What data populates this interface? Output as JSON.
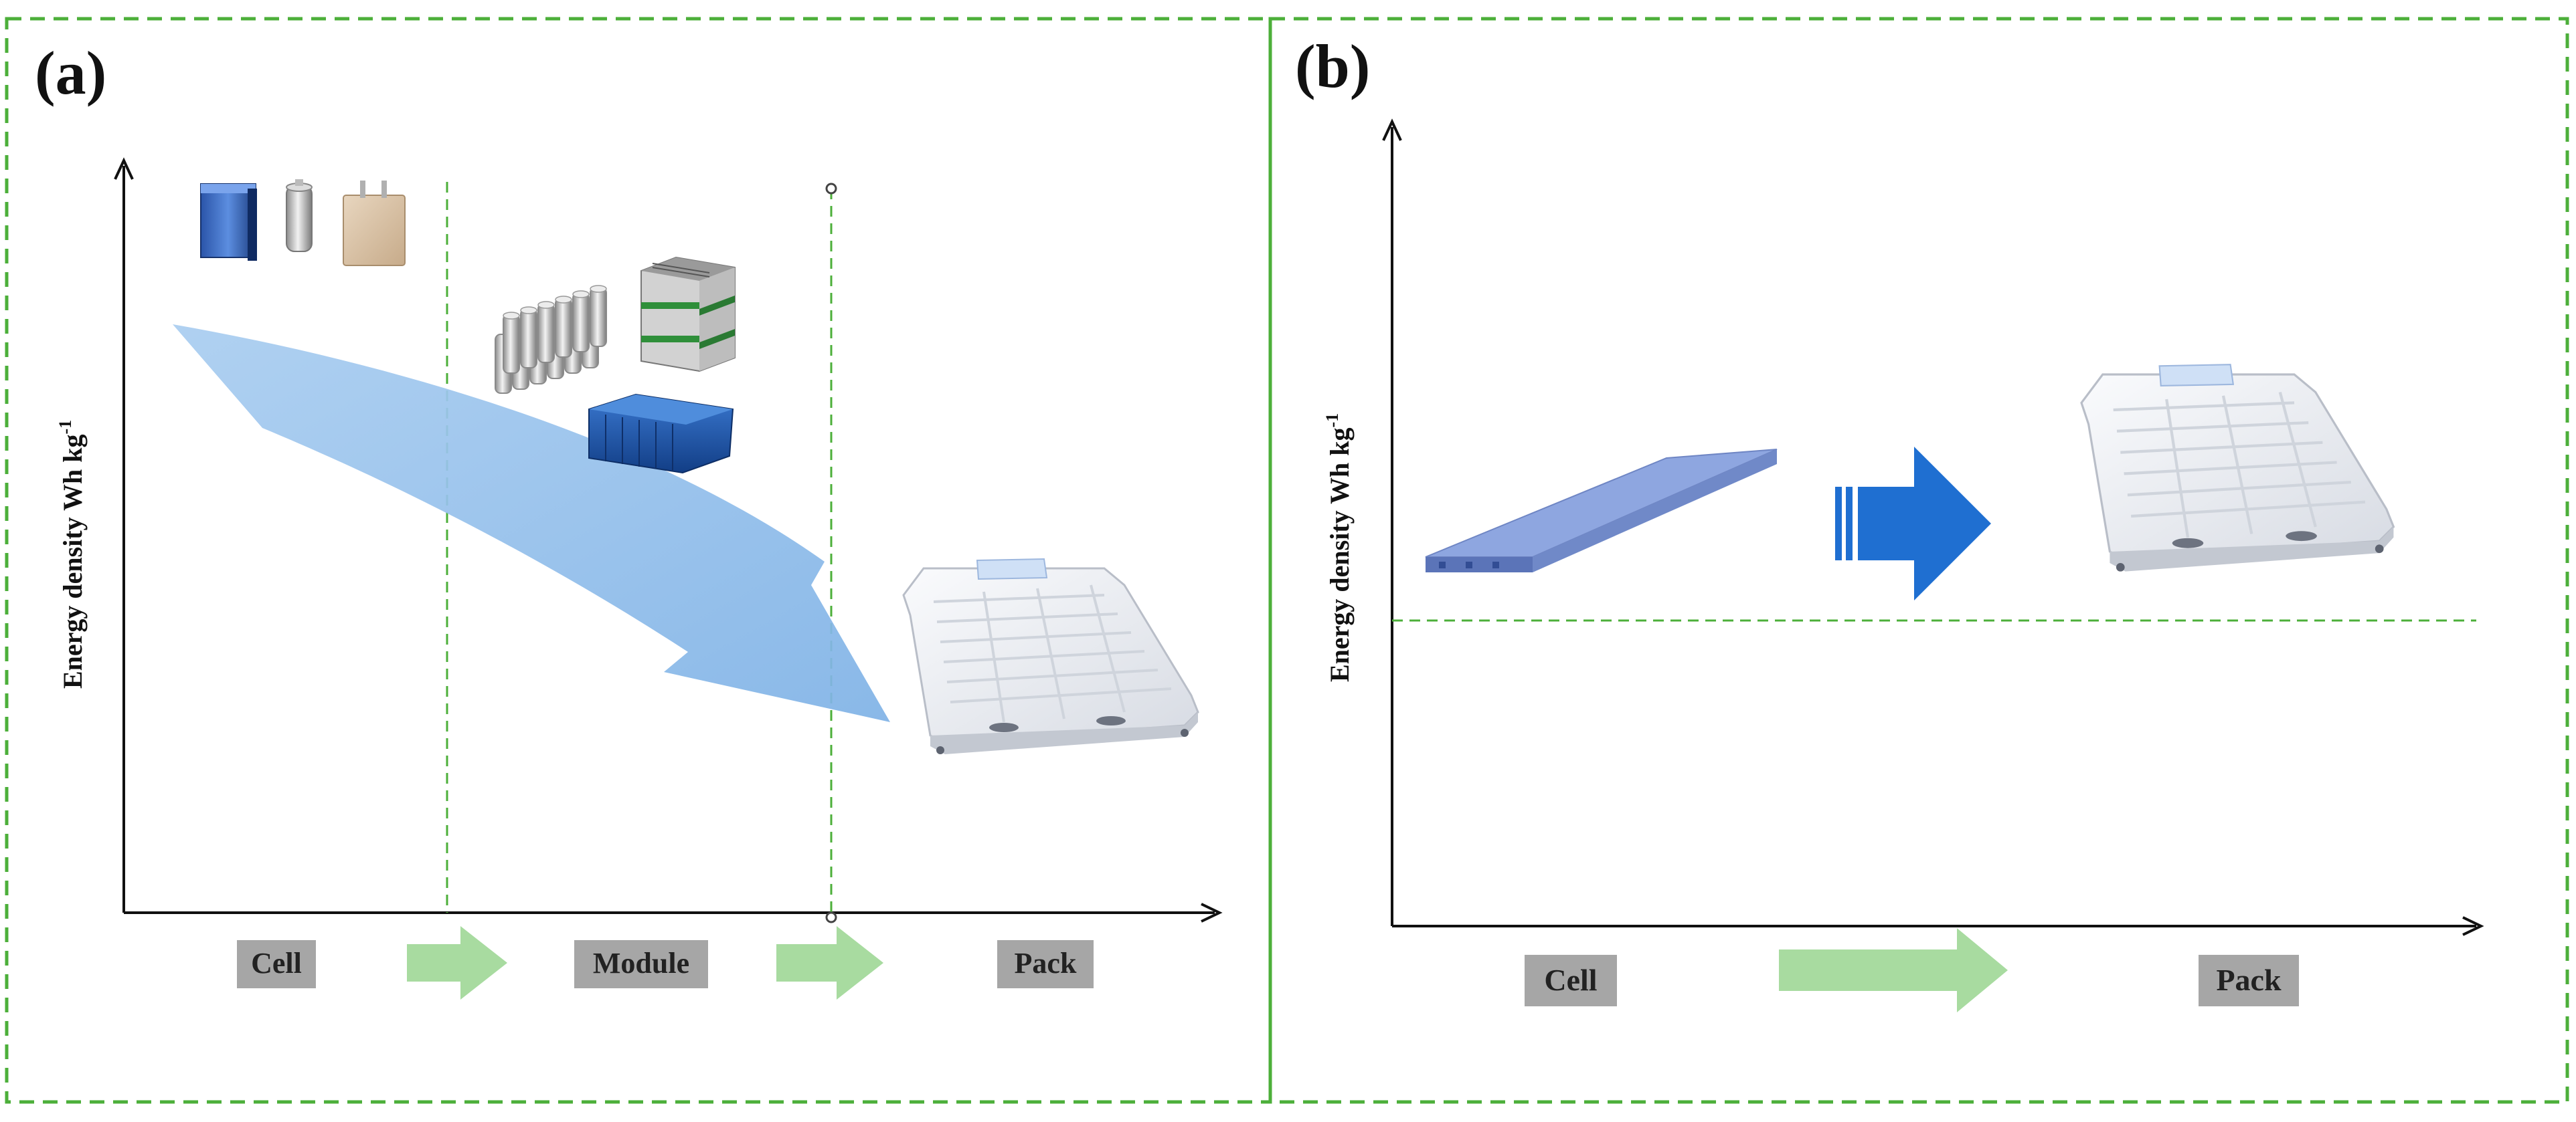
{
  "panel_a": {
    "panel_label": "(a)",
    "y_axis_title": "Energy density Wh kg",
    "y_axis_unit_sup": "-1",
    "stages": [
      "Cell",
      "Module",
      "Pack"
    ]
  },
  "panel_b": {
    "panel_label": "(b)",
    "y_axis_title": "Energy density Wh kg",
    "y_axis_unit_sup": "-1",
    "stages": [
      "Cell",
      "Pack"
    ]
  },
  "colors": {
    "frame_dash": "#4caf3a",
    "stage_box": "#a6a6a6",
    "stage_arrow": "#a8dba0",
    "trend_arrow": "#8dbde8",
    "blade_cell": "#7f9ad6",
    "big_arrow": "#1f6fd1",
    "pack_body": "#eef0f4"
  },
  "icons": {
    "cells": [
      "prismatic-cell-icon",
      "cylindrical-cell-icon",
      "pouch-cell-icon"
    ],
    "modules": [
      "cylindrical-module-icon",
      "stacked-module-icon",
      "prismatic-module-icon"
    ],
    "pack": "battery-pack-icon",
    "blade": "blade-cell-icon"
  }
}
